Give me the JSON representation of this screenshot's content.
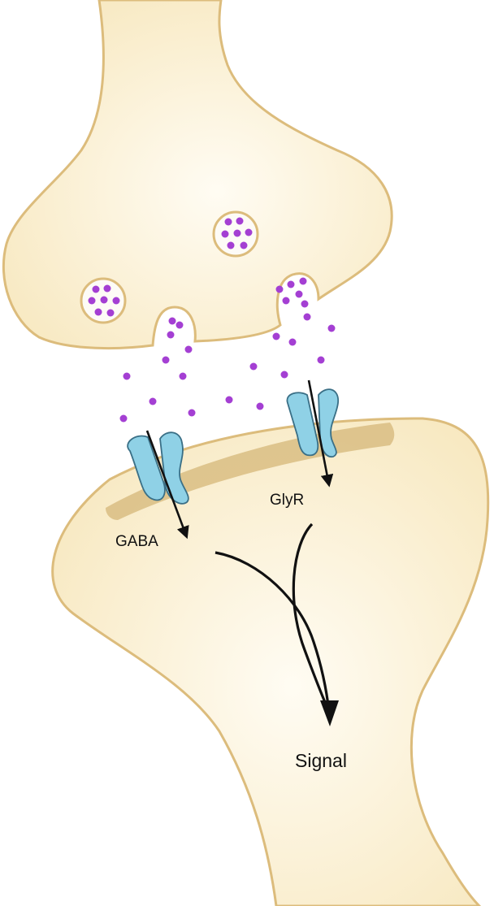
{
  "labels": {
    "gaba": "GABA",
    "glyr": "GlyR",
    "signal": "Signal"
  },
  "colors": {
    "neuron_fill": "#f7e8c0",
    "neuron_outline": "#dcbc7c",
    "postsynaptic_density": "#d9bd82",
    "receptor": "#8fd1e6",
    "receptor_outline": "#3a6f86",
    "vesicle_fill": "#fdfbf6",
    "neurotransmitter": "#a43fd3",
    "arrow": "#111111"
  },
  "icons": {
    "vesicle": "synaptic-vesicle-icon",
    "receptor": "receptor-channel-icon"
  }
}
